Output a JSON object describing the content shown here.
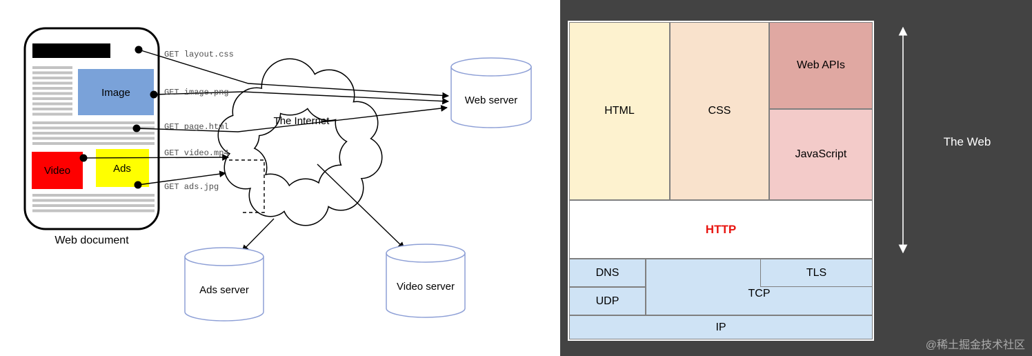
{
  "colors": {
    "image_blue": "#7aa2d9",
    "video_red": "#fe0000",
    "ads_yellow": "#ffff00",
    "placeholder_gray": "#c2c2c2",
    "cylinder_stroke": "#8d9fd6",
    "html_bg": "#fdf2cf",
    "css_bg": "#f9e2cc",
    "webapis_bg": "#e0a8a2",
    "javascript_bg": "#f3cbc9",
    "protocol_bg": "#cfe3f5",
    "http_red": "#e8140f",
    "panel_bg": "#434343",
    "cell_border": "#7f7f7f"
  },
  "left": {
    "document_label": "Web document",
    "blocks": {
      "image": "Image",
      "video": "Video",
      "ads": "Ads"
    },
    "requests": [
      "GET layout.css",
      "GET image.png",
      "GET page.html",
      "GET video.mp4",
      "GET ads.jpg"
    ],
    "cloud_label": "The Internet",
    "servers": {
      "web": "Web server",
      "ads": "Ads server",
      "video": "Video server"
    }
  },
  "right": {
    "stack": {
      "html": "HTML",
      "css": "CSS",
      "web_apis": "Web APIs",
      "javascript": "JavaScript",
      "http": "HTTP",
      "dns": "DNS",
      "udp": "UDP",
      "tls": "TLS",
      "tcp": "TCP",
      "ip": "IP"
    },
    "axis_label": "The Web",
    "watermark": "@稀土掘金技术社区"
  }
}
